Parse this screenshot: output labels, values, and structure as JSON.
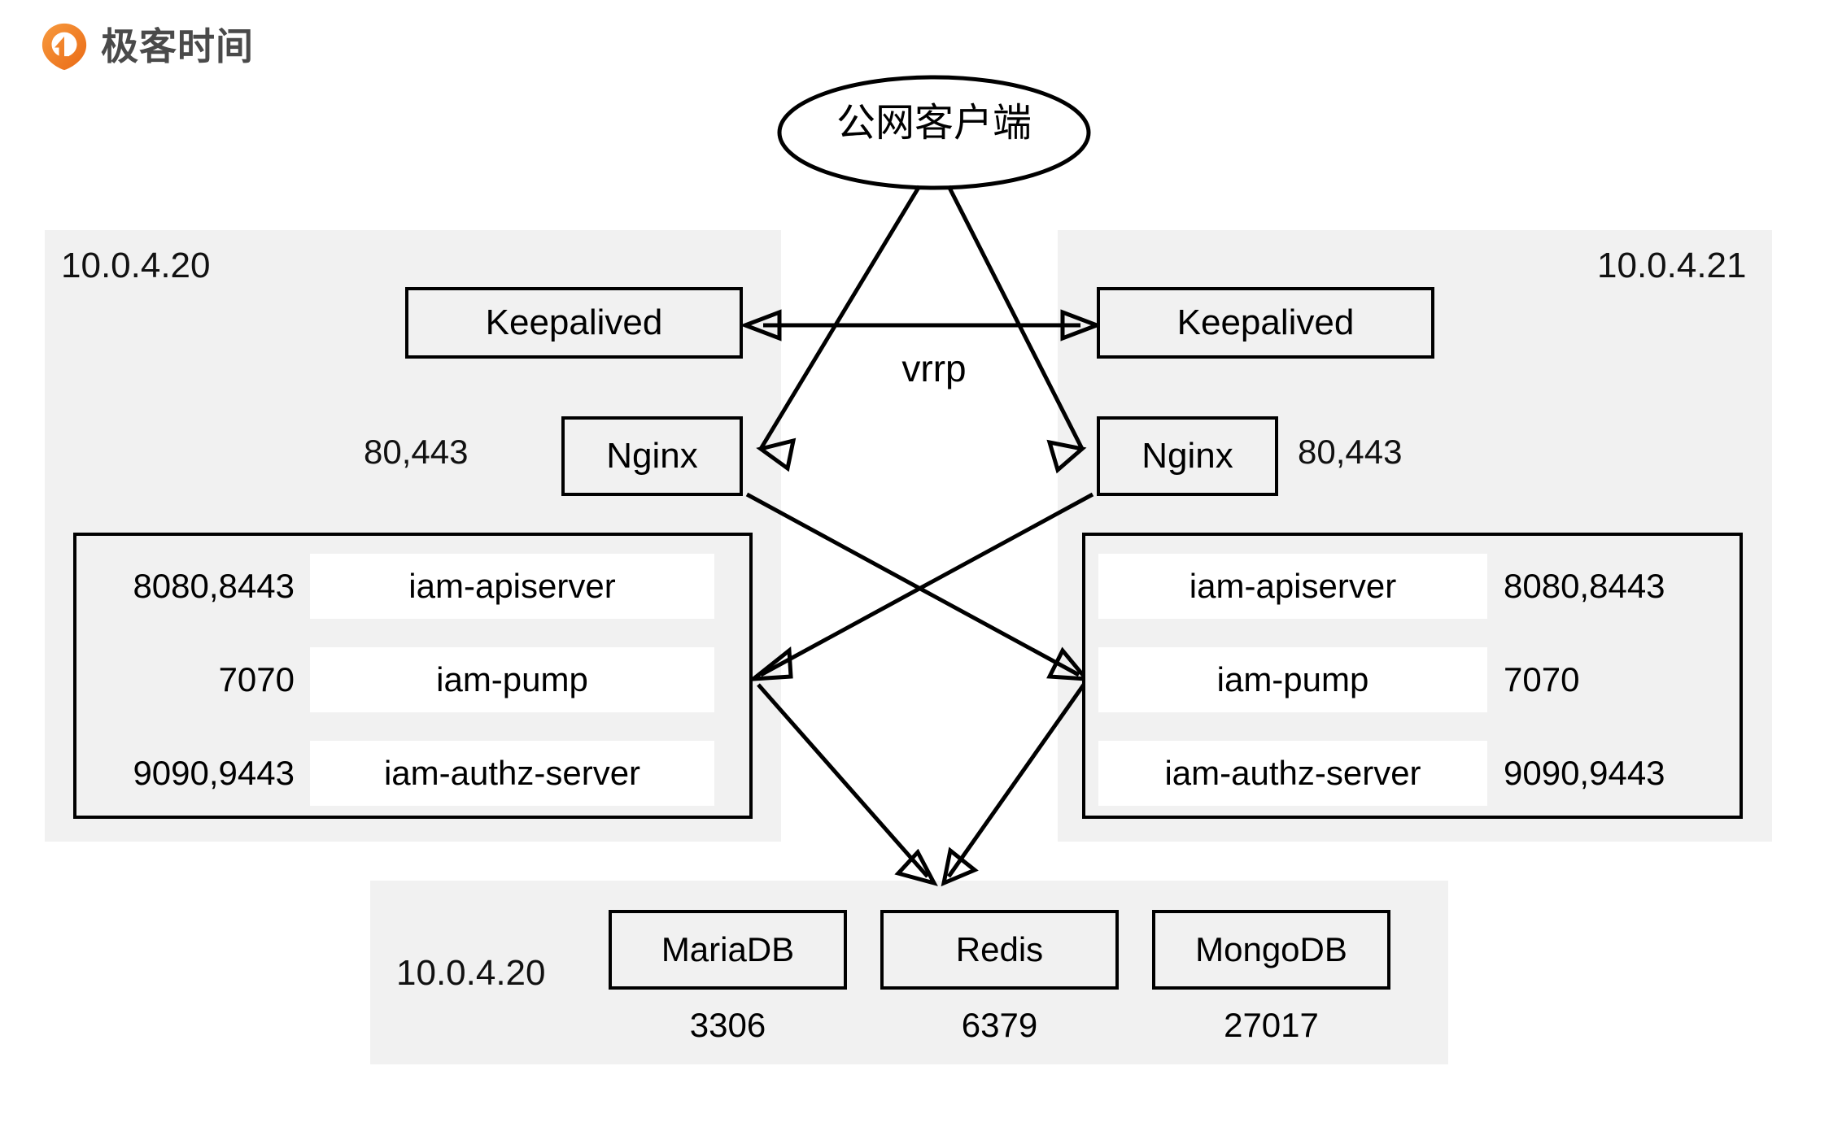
{
  "brand": {
    "name": "极客时间",
    "logo_icon": "geektime-pin-icon",
    "accent_color": "#f07421"
  },
  "diagram": {
    "type": "architecture-deployment",
    "background_color": "#ffffff",
    "zone_fill": "#f1f1f1",
    "stroke_color": "#000000",
    "client": {
      "label": "公网客户端",
      "shape": "ellipse"
    },
    "vrrp_label": "vrrp",
    "zones": {
      "left": {
        "ip": "10.0.4.20"
      },
      "right": {
        "ip": "10.0.4.21"
      },
      "database": {
        "ip": "10.0.4.20"
      }
    },
    "left_host": {
      "keepalived": {
        "label": "Keepalived"
      },
      "nginx": {
        "label": "Nginx",
        "ports": "80,443"
      },
      "services": [
        {
          "name": "iam-apiserver",
          "ports": "8080,8443"
        },
        {
          "name": "iam-pump",
          "ports": "7070"
        },
        {
          "name": "iam-authz-server",
          "ports": "9090,9443"
        }
      ]
    },
    "right_host": {
      "keepalived": {
        "label": "Keepalived"
      },
      "nginx": {
        "label": "Nginx",
        "ports": "80,443"
      },
      "services": [
        {
          "name": "iam-apiserver",
          "ports": "8080,8443"
        },
        {
          "name": "iam-pump",
          "ports": "7070"
        },
        {
          "name": "iam-authz-server",
          "ports": "9090,9443"
        }
      ]
    },
    "databases": [
      {
        "name": "MariaDB",
        "port": "3306"
      },
      {
        "name": "Redis",
        "port": "6379"
      },
      {
        "name": "MongoDB",
        "port": "27017"
      }
    ]
  }
}
